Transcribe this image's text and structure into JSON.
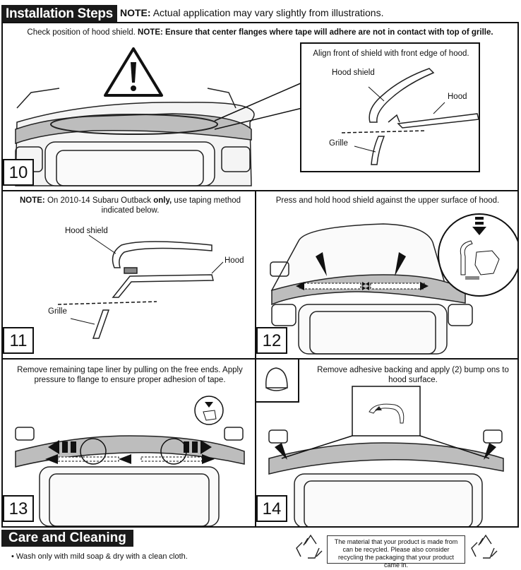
{
  "header": {
    "title": "Installation Steps",
    "note_label": "NOTE:",
    "note_text": "Actual application may vary slightly from illustrations."
  },
  "step10": {
    "number": "10",
    "caption_plain": "Check position of hood shield.",
    "caption_bold": "NOTE: Ensure that center flanges where tape will adhere are not in contact with top of grille.",
    "inset_caption": "Align front of shield with front edge of hood.",
    "label_shield": "Hood shield",
    "label_hood": "Hood",
    "label_grille": "Grille"
  },
  "step11": {
    "number": "11",
    "note_label": "NOTE:",
    "caption_a": "On 2010-14 Subaru Outback",
    "caption_bold": "only,",
    "caption_b": "use taping method indicated below.",
    "label_shield": "Hood shield",
    "label_hood": "Hood",
    "label_grille": "Grille"
  },
  "step12": {
    "number": "12",
    "caption": "Press and hold hood shield against the upper surface of hood."
  },
  "step13": {
    "number": "13",
    "caption": "Remove remaining tape liner by pulling on the free ends. Apply pressure to flange to ensure proper adhesion of tape."
  },
  "step14": {
    "number": "14",
    "caption": "Remove adhesive backing and apply (2) bump ons to hood surface."
  },
  "care": {
    "title": "Care and Cleaning",
    "item": "• Wash only with mild soap & dry with a clean cloth.",
    "recycle_text": "The material that your product is made from can be recycled. Please also consider recycling the packaging that your product came in."
  },
  "icons": [
    "warning-triangle-icon",
    "recycle-icon",
    "hand-press-icon"
  ]
}
